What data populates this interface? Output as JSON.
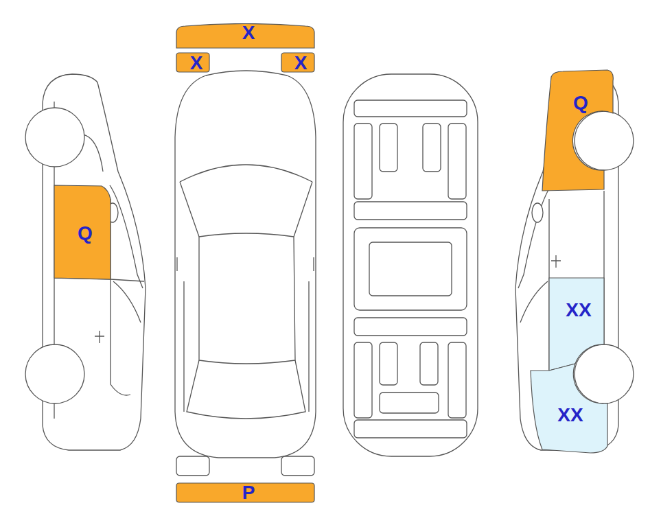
{
  "diagram": {
    "nodes": [
      {
        "text": [
          "X"
        ]
      },
      {
        "text": [
          "X"
        ]
      },
      {
        "text": [
          "X"
        ]
      },
      {
        "text": [
          "Q"
        ]
      },
      {
        "text": [
          "Q"
        ]
      },
      {
        "text": [
          "XX"
        ]
      },
      {
        "text": [
          "XX"
        ]
      },
      {
        "text": [
          "P"
        ]
      }
    ]
  }
}
